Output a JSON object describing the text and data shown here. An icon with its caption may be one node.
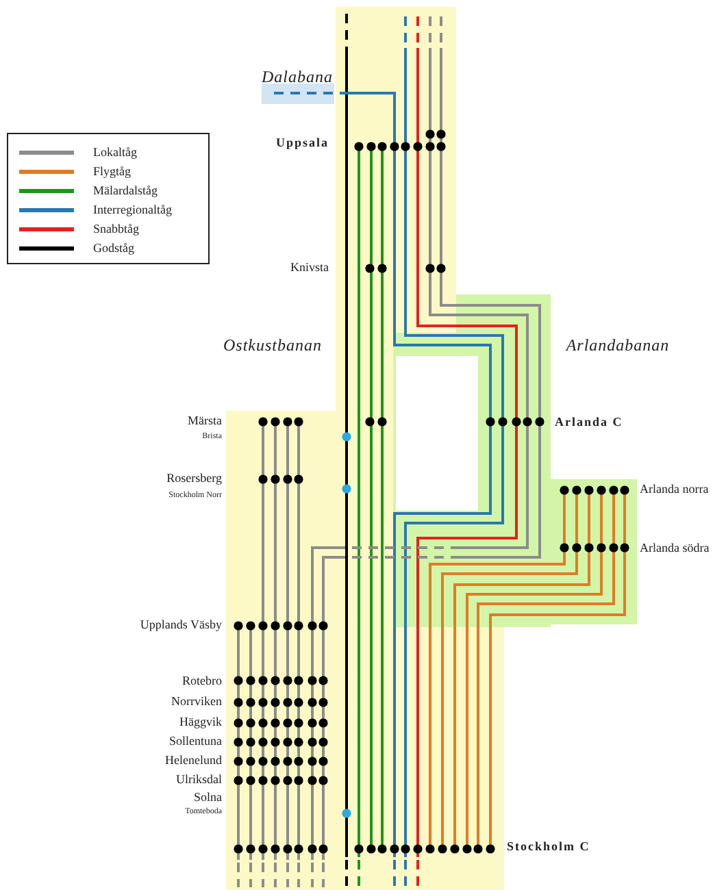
{
  "diagram": {
    "labels": [
      "Dalabana",
      "Uppsala",
      "Knivsta",
      "Ostkustbanan",
      "Arlandabanan",
      "Märsta",
      "Brista",
      "Arlanda C",
      "Rosersberg",
      "Stockholm Norr",
      "Arlanda norra",
      "Arlanda södra",
      "Upplands Väsby",
      "Rotebro",
      "Norrviken",
      "Häggvik",
      "Sollentuna",
      "Helenelund",
      "Ulriksdal",
      "Solna",
      "Tomteboda",
      "Stockholm C"
    ],
    "legend": [
      {
        "text": "Lokaltåg",
        "color": "#8c8c8c"
      },
      {
        "text": "Flygtåg",
        "color": "#e07c24"
      },
      {
        "text": "Mälardalståg",
        "color": "#1e961e"
      },
      {
        "text": "Interregionaltåg",
        "color": "#2878b4"
      },
      {
        "text": "Snabbtåg",
        "color": "#e62020"
      },
      {
        "text": "Godståg",
        "color": "#000000"
      }
    ]
  }
}
